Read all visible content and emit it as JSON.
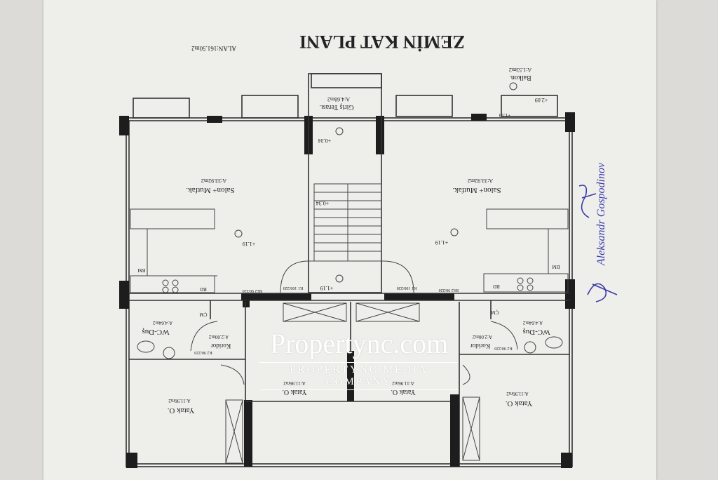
{
  "plan": {
    "title": "ZEMİN KAT PLANI",
    "total_area": "ALAN:161.50m2",
    "rooms": {
      "salon_left": {
        "name": "Salon+ Mutfak.",
        "area": "A:33.92m2"
      },
      "salon_right": {
        "name": "Salon+ Mutfak.",
        "area": "A:33.92m2"
      },
      "entry": {
        "name": "Giriş Terası.",
        "area": "A:4.68m2"
      },
      "balcony": {
        "name": "Balkon.",
        "area": "A:1.53m2"
      },
      "wc_left": {
        "name": "WC-Duş",
        "area": "A:4.64m2"
      },
      "wc_right": {
        "name": "WC-Duş",
        "area": "A:4.64m2"
      },
      "corridor_left": {
        "name": "Koridor",
        "area": "A:2.00m2"
      },
      "corridor_right": {
        "name": "Koridor",
        "area": "A:2.00m2"
      },
      "bed_left": {
        "name": "Yatak O.",
        "area": "A:11.96m2"
      },
      "bed_right": {
        "name": "Yatak O.",
        "area": "A:11.96m2"
      },
      "bed_mid_left": {
        "name": "Yatak O.",
        "area": "A:11.96m2"
      },
      "bed_mid_right": {
        "name": "Yatak O.",
        "area": "A:11.96m2"
      }
    },
    "levels": {
      "salon": "+1.19",
      "hall": "+1.19",
      "entry": "+0.34",
      "stair": "+0.34",
      "balcony": "+2.09",
      "balcony_inner": "+1.19"
    },
    "fixtures": {
      "cm": "ÇM",
      "bm": "BM",
      "bd": "BD"
    },
    "doors": {
      "k1": "K1 100/220",
      "k2": "K2 90/220",
      "sk2": "SK2 90/220"
    }
  },
  "signature": "Aleksandr Gospodinov",
  "watermark": {
    "brand": "Propertync.com",
    "tagline": "PROPERTYNC MEDIA COMPANY"
  }
}
